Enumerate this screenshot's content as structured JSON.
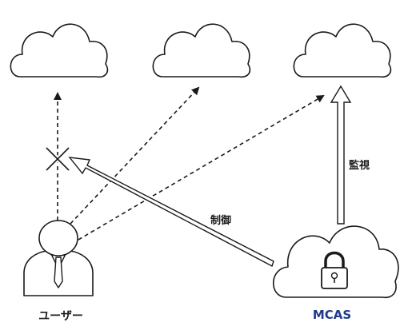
{
  "labels": {
    "user": "ユーザー",
    "mcas": "MCAS",
    "monitor": "監視",
    "control": "制御"
  },
  "colors": {
    "stroke": "#1a1a1a",
    "mcas_text": "#1f3a8a",
    "background": "#ffffff"
  },
  "icons": {
    "cloud": "cloud-icon",
    "user": "user-icon",
    "lock": "lock-icon",
    "blocked": "x-mark-icon"
  }
}
